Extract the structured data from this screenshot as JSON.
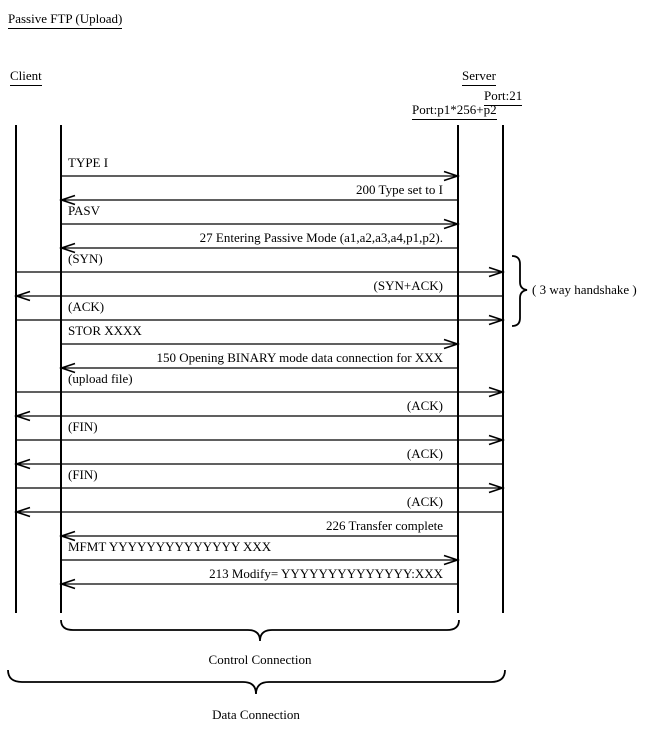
{
  "title": "Passive FTP (Upload)",
  "actors": {
    "client": "Client",
    "server": "Server",
    "server_port_control": "Port:21",
    "server_port_data": "Port:p1*256+p2"
  },
  "messages": [
    {
      "text": "TYPE I",
      "direction": "right",
      "connection": "control",
      "label_side": "left"
    },
    {
      "text": "200 Type set to I",
      "direction": "left",
      "connection": "control",
      "label_side": "right"
    },
    {
      "text": "PASV",
      "direction": "right",
      "connection": "control",
      "label_side": "left"
    },
    {
      "text": "27 Entering Passive Mode (a1,a2,a3,a4,p1,p2).",
      "direction": "left",
      "connection": "control",
      "label_side": "right"
    },
    {
      "text": "(SYN)",
      "direction": "right",
      "connection": "data",
      "label_side": "left"
    },
    {
      "text": "(SYN+ACK)",
      "direction": "left",
      "connection": "data",
      "label_side": "right"
    },
    {
      "text": "(ACK)",
      "direction": "right",
      "connection": "data",
      "label_side": "left"
    },
    {
      "text": "STOR XXXX",
      "direction": "right",
      "connection": "control",
      "label_side": "left"
    },
    {
      "text": "150 Opening BINARY mode data connection for XXX",
      "direction": "left",
      "connection": "control",
      "label_side": "right"
    },
    {
      "text": "(upload file)",
      "direction": "right",
      "connection": "data",
      "label_side": "left"
    },
    {
      "text": "(ACK)",
      "direction": "left",
      "connection": "data",
      "label_side": "right"
    },
    {
      "text": "(FIN)",
      "direction": "right",
      "connection": "data",
      "label_side": "left"
    },
    {
      "text": "(ACK)",
      "direction": "left",
      "connection": "data",
      "label_side": "right"
    },
    {
      "text": "(FIN)",
      "direction": "right",
      "connection": "data",
      "label_side": "left"
    },
    {
      "text": "(ACK)",
      "direction": "left",
      "connection": "data",
      "label_side": "right"
    },
    {
      "text": "226 Transfer complete",
      "direction": "left",
      "connection": "control",
      "label_side": "right"
    },
    {
      "text": "MFMT YYYYYYYYYYYYYY XXX",
      "direction": "right",
      "connection": "control",
      "label_side": "left"
    },
    {
      "text": "213 Modify= YYYYYYYYYYYYYY:XXX",
      "direction": "left",
      "connection": "control",
      "label_side": "right"
    }
  ],
  "annotations": {
    "handshake": "( 3 way handshake )",
    "control_connection": "Control Connection",
    "data_connection": "Data Connection"
  },
  "colors": {
    "ink": "#000000",
    "background": "#ffffff"
  }
}
